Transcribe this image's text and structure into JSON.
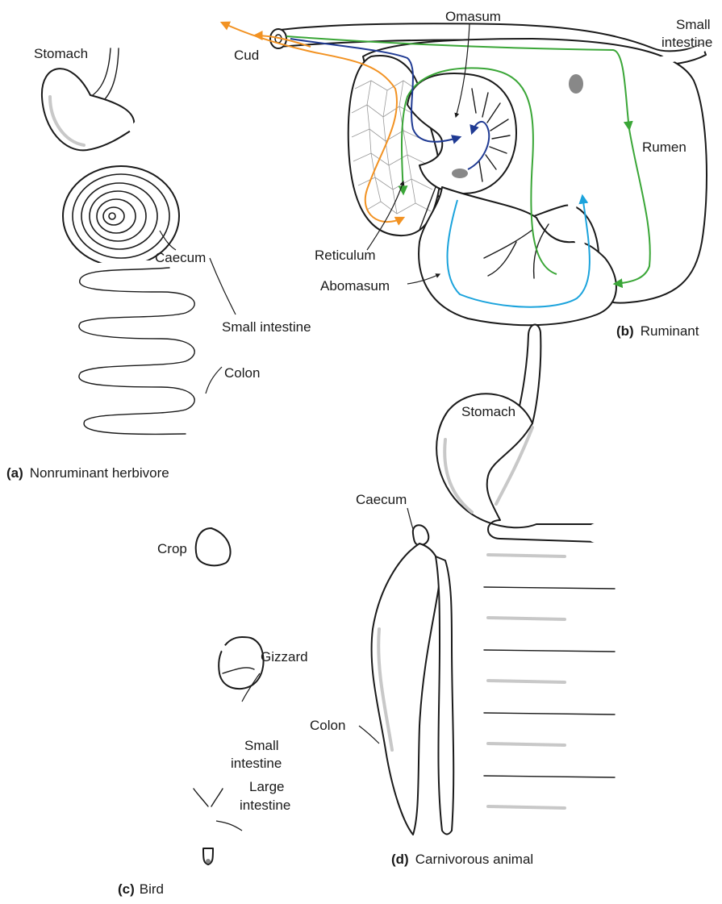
{
  "panels": {
    "a": {
      "tag": "(a)",
      "caption": "Nonruminant herbivore",
      "labels": {
        "stomach": "Stomach",
        "caecum": "Caecum",
        "small_intestine": "Small intestine",
        "colon": "Colon"
      }
    },
    "b": {
      "tag": "(b)",
      "caption": "Ruminant",
      "labels": {
        "cud": "Cud",
        "omasum": "Omasum",
        "small_intestine_1": "Small",
        "small_intestine_2": "intestine",
        "rumen": "Rumen",
        "reticulum": "Reticulum",
        "abomasum": "Abomasum"
      }
    },
    "c": {
      "tag": "(c)",
      "caption": "Bird",
      "labels": {
        "crop": "Crop",
        "gizzard": "Gizzard",
        "small_intestine_1": "Small",
        "small_intestine_2": "intestine",
        "large_intestine_1": "Large",
        "large_intestine_2": "intestine"
      }
    },
    "d": {
      "tag": "(d)",
      "caption": "Carnivorous animal",
      "labels": {
        "stomach": "Stomach",
        "caecum": "Caecum",
        "colon": "Colon"
      }
    }
  },
  "flow_colors": {
    "cud_flow": "#f29222",
    "rumen_flow": "#3aa637",
    "omasum_flow": "#1f3a93",
    "abomasum_flow": "#1ba3dc"
  }
}
